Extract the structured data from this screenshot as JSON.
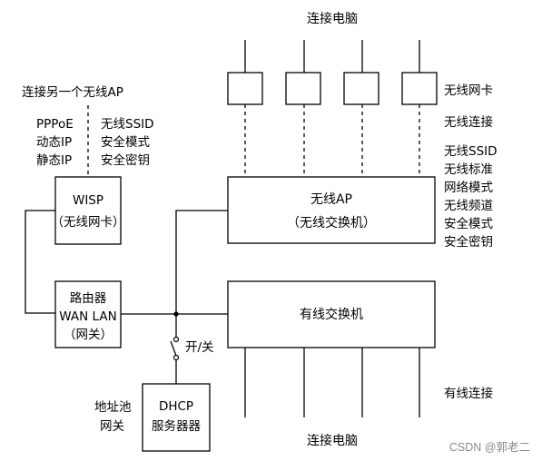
{
  "top_label": "连接电脑",
  "bottom_label": "连接电脑",
  "another_ap_label": "连接另一个无线AP",
  "left_config": [
    "PPPoE",
    "动态IP",
    "静态IP"
  ],
  "middle_config": [
    "无线SSID",
    "安全模式",
    "安全密钥"
  ],
  "wireless_card_label": "无线网卡",
  "wireless_connect_label": "无线连接",
  "ap_config": [
    "无线SSID",
    "无线标准",
    "网络模式",
    "无线频道",
    "安全模式",
    "安全密钥"
  ],
  "wisp": {
    "line1": "WISP",
    "line2": "（无线网卡）"
  },
  "router": {
    "line1": "路由器",
    "line2": "WAN LAN",
    "line3": "（网关）"
  },
  "wireless_ap": {
    "line1": "无线AP",
    "line2": "（无线交换机）"
  },
  "wired_switch": "有线交换机",
  "switch_toggle": "开/关",
  "dhcp": {
    "line1": "DHCP",
    "line2": "服务器器"
  },
  "dhcp_side": [
    "地址池",
    "网关"
  ],
  "wired_connect_label": "有线连接",
  "watermark": "CSDN @郭老二"
}
